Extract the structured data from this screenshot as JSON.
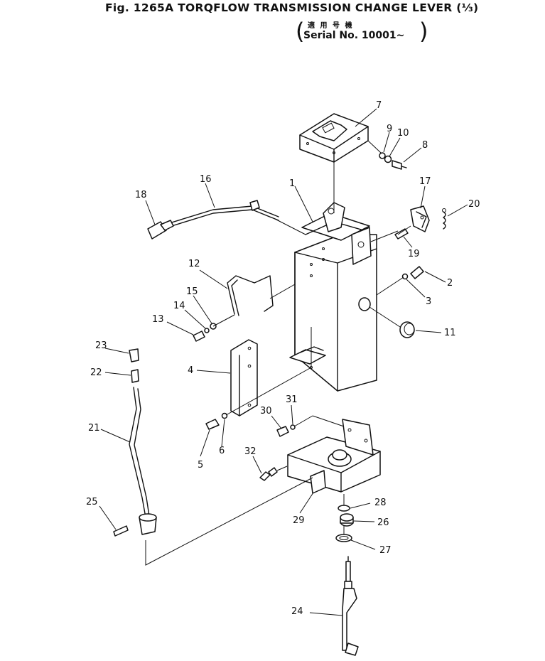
{
  "header": {
    "title": "Fig. 1265A  TORQFLOW TRANSMISSION CHANGE LEVER (⅓)",
    "applicability_label": "適 用 号 機",
    "serial": "Serial No. 10001∼"
  },
  "callouts": {
    "c1": "1",
    "c2": "2",
    "c3": "3",
    "c4": "4",
    "c5": "5",
    "c6": "6",
    "c7": "7",
    "c8": "8",
    "c9": "9",
    "c10": "10",
    "c11": "11",
    "c12": "12",
    "c13": "13",
    "c14": "14",
    "c15": "15",
    "c16": "16",
    "c17": "17",
    "c18": "18",
    "c19": "19",
    "c20": "20",
    "c21": "21",
    "c22": "22",
    "c23": "23",
    "c24": "24",
    "c25": "25",
    "c26": "26",
    "c27": "27",
    "c28": "28",
    "c29": "29",
    "c30": "30",
    "c31": "31",
    "c32": "32"
  }
}
